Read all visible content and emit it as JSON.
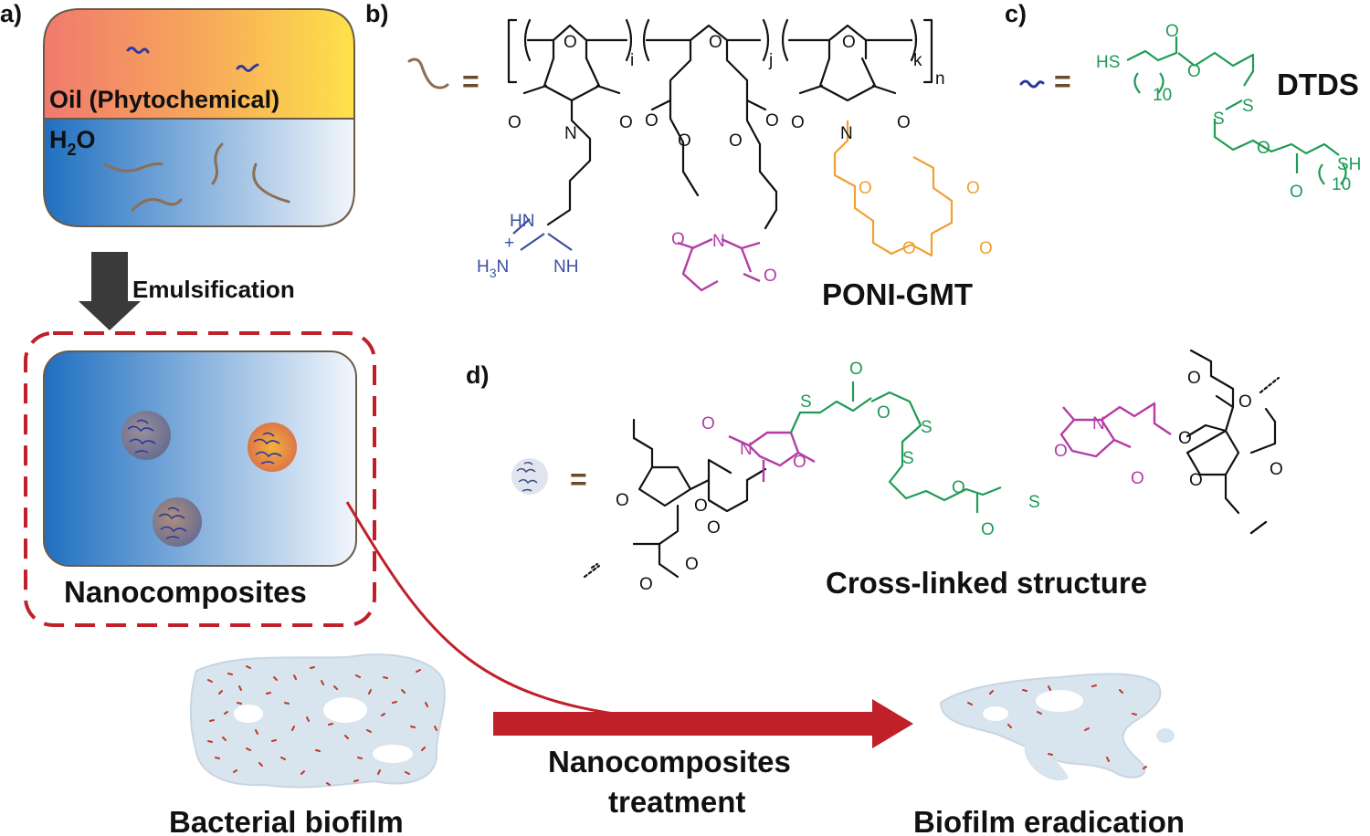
{
  "panel_labels": {
    "a": "a)",
    "b": "b)",
    "c": "c)",
    "d": "d)"
  },
  "panel_a": {
    "oil_label": "Oil (Phytochemical)",
    "water_label": "H",
    "water_sub": "2",
    "water_o": "O",
    "step_label": "Emulsification",
    "result_label": "Nanocomposites"
  },
  "panel_b": {
    "equals": "=",
    "polymer_name": "PONI-GMT",
    "subscripts": {
      "i": "i",
      "j": "j",
      "k": "k",
      "n": "n"
    },
    "atoms": {
      "O": "O",
      "N": "N",
      "HN": "HN",
      "NH": "NH",
      "H3N": "H",
      "H3N_sub": "3",
      "H3N_tail": "N",
      "plus": "+"
    }
  },
  "panel_c": {
    "equals": "=",
    "name": "DTDS",
    "atoms": {
      "HS": "HS",
      "SH": "SH",
      "S": "S",
      "O": "O",
      "ten": "10"
    }
  },
  "panel_d": {
    "equals": "=",
    "caption": "Cross-linked structure",
    "atoms": {
      "O": "O",
      "N": "N",
      "S": "S"
    }
  },
  "bottom": {
    "left_label": "Bacterial biofilm",
    "arrow_label_1": "Nanocomposites",
    "arrow_label_2": "treatment",
    "right_label": "Biofilm eradication"
  },
  "colors": {
    "guanidinium": "#3a4fa0",
    "maleimide": "#b33ca6",
    "peg": "#f0a030",
    "dtds": "#1f9b55",
    "arrow_red": "#c0202a",
    "dashed_box": "#c0202a"
  }
}
